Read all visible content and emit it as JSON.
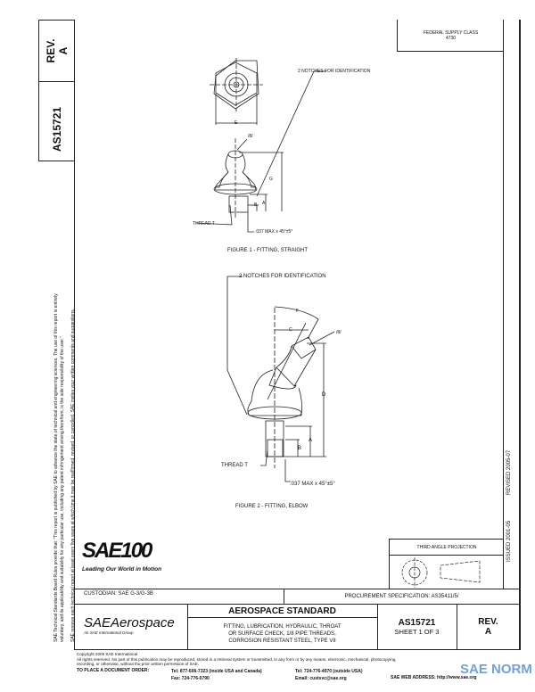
{
  "side_box": {
    "doc_number": "AS15721",
    "rev_label": "REV.",
    "rev_value": "A"
  },
  "side_notes": {
    "line1": "SAE Technical Standards Board Rules provide that: \"This report is published by SAE to advance the state of technical and engineering sciences. The use of this report is entirely",
    "line2": "voluntary, and its applicability and suitability for any particular use, including any patent infringement arising therefrom, is the sole responsibility of the user.\"",
    "line3": "SAE reviews each technical report at least every five years at which time it may be reaffirmed, revised, or cancelled. SAE invites your written comments and suggestions."
  },
  "header_box": {
    "line1": "FEDERAL SUPPLY CLASS",
    "line2": "4730"
  },
  "revision_column": {
    "issued": "ISSUED 2001-05",
    "revised": "REVISED 2005-07"
  },
  "figure1": {
    "callout": "2 NOTCHES FOR IDENTIFICATION",
    "dim_e": "E",
    "dim_g": "G",
    "dim_a": "A",
    "dim_b": "B",
    "wrench": "/8/",
    "thread": "THREAD T",
    "chamfer": ".037 MAX x 45°±5°",
    "caption": "FIGURE 1 - FITTING, STRAIGHT"
  },
  "figure2": {
    "callout": "2 NOTCHES FOR IDENTIFICATION",
    "dim_f": "F",
    "dim_c": "C",
    "dim_d": "D",
    "dim_a": "A",
    "dim_b": "B",
    "wrench": "/8/",
    "thread": "THREAD T",
    "chamfer": ".037 MAX x 45°±5°",
    "caption": "FIGURE 2 - FITTING, ELBOW"
  },
  "projection": {
    "label": "THIRD ANGLE PROJECTION"
  },
  "sae100": {
    "logo": "SAE100",
    "tagline": "Leading Our World in Motion"
  },
  "title_block": {
    "custodian": "CUSTODIAN: SAE G-3/G-3B",
    "procurement": "PROCUREMENT SPECIFICATION: AS35411/5/",
    "logo": "SAEAerospace",
    "logo_sub": "An SAE International Group",
    "standard": "AEROSPACE STANDARD",
    "title_lines": [
      "FITTING, LUBRICATION, HYDRAULIC, THROAT",
      "OR SURFACE CHECK, 1/8 PIPE THREADS,",
      "CORROSION RESISTANT STEEL, TYPE VII"
    ],
    "doc_number": "AS15721",
    "sheet": "SHEET 1 OF 3",
    "rev_label": "REV.",
    "rev_value": "A"
  },
  "footer": {
    "copyright": "Copyright 2005 SAE International",
    "rights1": "All rights reserved. No part of this publication may be reproduced, stored in a retrieval system or transmitted, in any form or by any means, electronic, mechanical, photocopying,",
    "rights2": "recording, or otherwise, without the prior written permission of SAE.",
    "order_label": "TO PLACE A DOCUMENT ORDER:",
    "tel1": "Tel: 877-606-7323 (inside USA and Canada)",
    "fax": "Fax: 724-776-0790",
    "tel2": "Tel: 724-776-4970 (outside USA)",
    "email": "Email: custsvc@sae.org",
    "web": "SAE WEB ADDRESS: http://www.sae.org"
  },
  "watermark": {
    "text": "SAE NORM",
    "color": "#5b8fd8"
  }
}
